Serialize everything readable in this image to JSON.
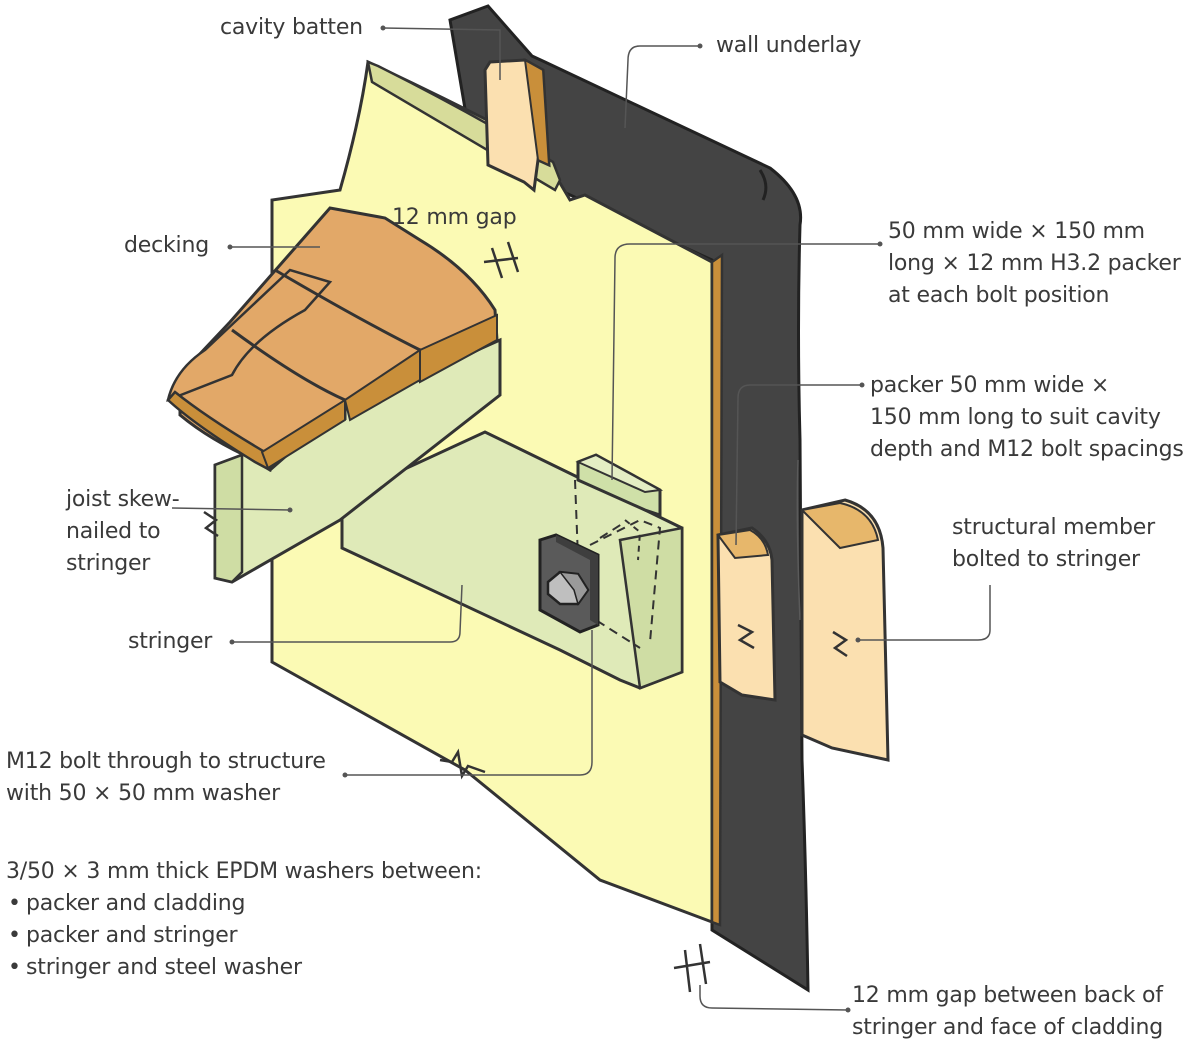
{
  "labels": {
    "cavity_batten": "cavity batten",
    "wall_underlay": "wall underlay",
    "gap_12": "12 mm gap",
    "decking": "decking",
    "packer_small": [
      "50 mm wide × 150 mm",
      "long × 12 mm H3.2 packer",
      "at each bolt position"
    ],
    "packer_large": [
      "packer 50 mm wide ×",
      "150 mm long to suit cavity",
      "depth and M12 bolt spacings"
    ],
    "joist": [
      "joist skew-",
      "nailed to",
      "stringer"
    ],
    "structural": [
      "structural member",
      "bolted to stringer"
    ],
    "stringer": "stringer",
    "bolt": [
      "M12 bolt through to structure",
      "with 50 × 50 mm washer"
    ],
    "gap_back": [
      "12 mm gap between back of",
      "stringer and face of cladding"
    ]
  },
  "notes": {
    "heading": "3/50 × 3 mm thick EPDM washers between:",
    "items": [
      "packer and cladding",
      "packer and stringer",
      "stringer and steel washer"
    ]
  },
  "colors": {
    "cladding": "#fbfab4",
    "underlay": "#444444",
    "timber": "#fbe0b0",
    "timber_dark": "#c98f3a",
    "decking": "#e2a868",
    "stringer": "#dfeab8",
    "line": "#333333"
  }
}
